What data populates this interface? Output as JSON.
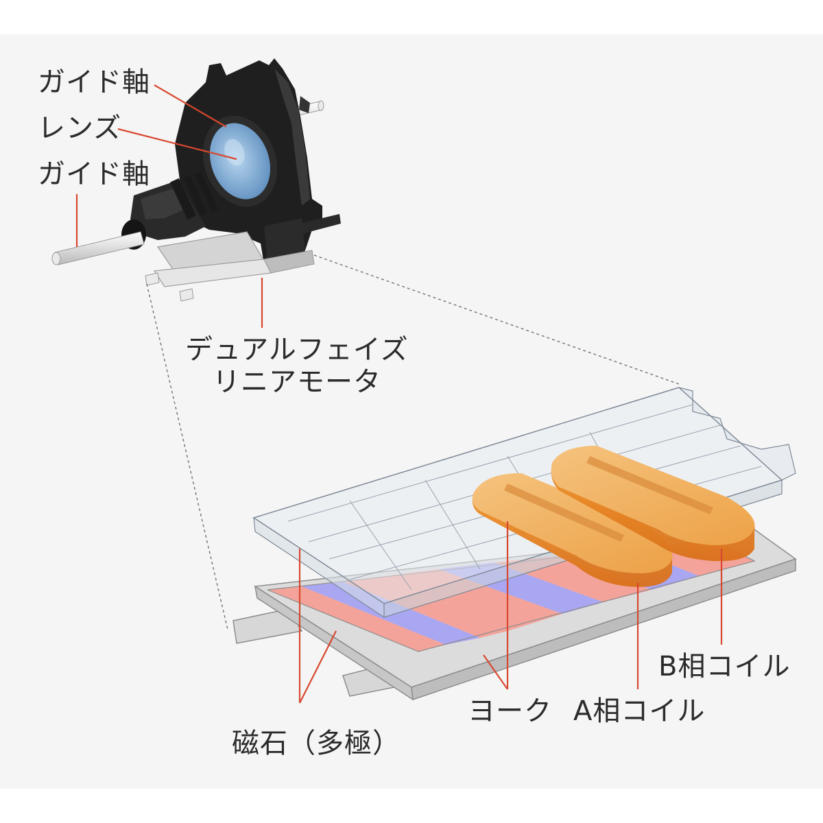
{
  "labels": {
    "guide_shaft_top": "ガイド軸",
    "lens": "レンズ",
    "guide_shaft_bottom": "ガイド軸",
    "motor_line1": "デュアルフェイズ",
    "motor_line2": "リニアモータ",
    "b_coil": "B相コイル",
    "yoke": "ヨーク",
    "a_coil": "A相コイル",
    "magnet": "磁石（多極）"
  },
  "colors": {
    "background": "#f5f5f5",
    "leader_line": "#d8472f",
    "magnet_red": "#f3a39a",
    "magnet_blue": "#a9a6f2",
    "coil_orange": "#f08a24",
    "lens_blue": "#8fb8dc",
    "housing_black": "#1f1f1f"
  }
}
